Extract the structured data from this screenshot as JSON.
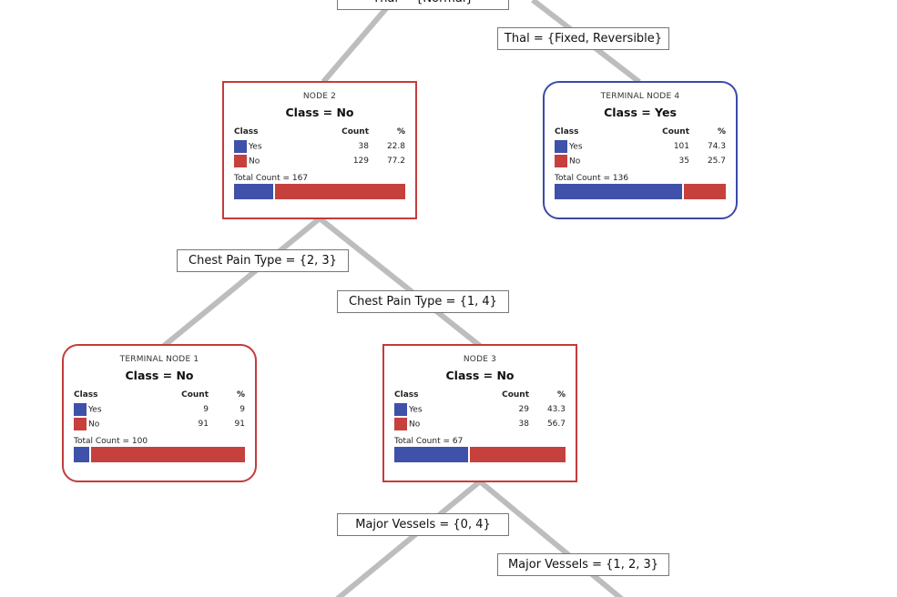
{
  "colors": {
    "yes": "#3f51a8",
    "no": "#c6403e",
    "line": "#bdbdbd"
  },
  "splits": {
    "thal_normal": "Thal = {Normal}",
    "thal_fixed": "Thal = {Fixed, Reversible}",
    "cpt_23": "Chest Pain Type = {2, 3}",
    "cpt_14": "Chest Pain Type = {1, 4}",
    "mv_04": "Major Vessels = {0, 4}",
    "mv_123": "Major Vessels = {1, 2, 3}"
  },
  "headers": {
    "class": "Class",
    "count": "Count",
    "pct": "%"
  },
  "nodes": {
    "node2": {
      "title": "NODE 2",
      "class": "Class = No",
      "yes_label": "Yes",
      "yes_count": "38",
      "yes_pct": "22.8",
      "no_label": "No",
      "no_count": "129",
      "no_pct": "77.2",
      "total": "Total Count = 167",
      "yes_frac": 0.228
    },
    "node4": {
      "title": "TERMINAL NODE 4",
      "class": "Class = Yes",
      "yes_label": "Yes",
      "yes_count": "101",
      "yes_pct": "74.3",
      "no_label": "No",
      "no_count": "35",
      "no_pct": "25.7",
      "total": "Total Count = 136",
      "yes_frac": 0.743
    },
    "node1": {
      "title": "TERMINAL NODE 1",
      "class": "Class = No",
      "yes_label": "Yes",
      "yes_count": "9",
      "yes_pct": "9",
      "no_label": "No",
      "no_count": "91",
      "no_pct": "91",
      "total": "Total Count = 100",
      "yes_frac": 0.09
    },
    "node3": {
      "title": "NODE 3",
      "class": "Class = No",
      "yes_label": "Yes",
      "yes_count": "29",
      "yes_pct": "43.3",
      "no_label": "No",
      "no_count": "38",
      "no_pct": "56.7",
      "total": "Total Count = 67",
      "yes_frac": 0.433
    }
  }
}
